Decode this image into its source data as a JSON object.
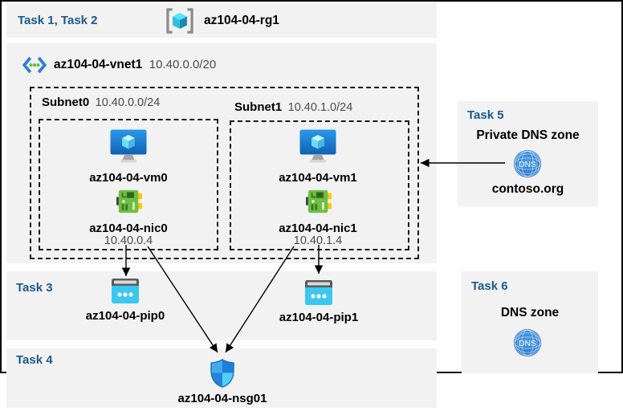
{
  "colors": {
    "task_blue": "#1a5a8e",
    "band_gray": "#f2f2f2",
    "cidr_gray": "#4a4a4a",
    "arrow_black": "#000000"
  },
  "tasks12": {
    "label": "Task 1, Task 2"
  },
  "resource_group": {
    "name": "az104-04-rg1"
  },
  "vnet": {
    "name": "az104-04-vnet1",
    "cidr": "10.40.0.0/20"
  },
  "subnet0": {
    "name": "Subnet0",
    "cidr": "10.40.0.0/24",
    "vm": "az104-04-vm0",
    "nic": "az104-04-nic0",
    "ip": "10.40.0.4"
  },
  "subnet1": {
    "name": "Subnet1",
    "cidr": "10.40.1.0/24",
    "vm": "az104-04-vm1",
    "nic": "az104-04-nic1",
    "ip": "10.40.1.4"
  },
  "task3": {
    "label": "Task 3",
    "pip0": "az104-04-pip0",
    "pip1": "az104-04-pip1"
  },
  "task4": {
    "label": "Task 4",
    "nsg": "az104-04-nsg01"
  },
  "task5": {
    "label": "Task 5",
    "title": "Private DNS zone",
    "zone": "contoso.org",
    "dns_icon_text": "DNS"
  },
  "task6": {
    "label": "Task 6",
    "title": "DNS zone",
    "dns_icon_text": "DNS"
  }
}
